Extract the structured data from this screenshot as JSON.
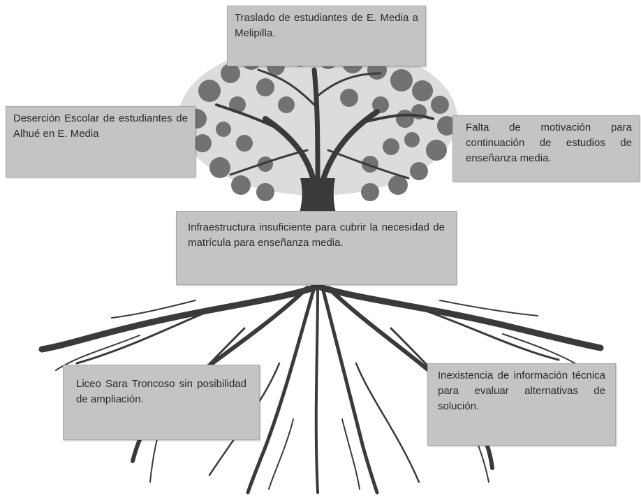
{
  "problem_tree": {
    "effects": {
      "top": "Traslado de estudiantes de E. Media a Melipilla.",
      "left": "Deserción Escolar de estudiantes de Alhué en E. Media",
      "right": "Falta de motivación para continuación de estudios de enseñanza media."
    },
    "central_problem": "Infraestructura insuficiente para cubrir la necesidad de matrícula para enseñanza media.",
    "causes": {
      "left": "Liceo Sara Troncoso sin posibilidad de ampliación.",
      "right": "Inexistencia de información técnica para evaluar alternativas de solución."
    }
  },
  "colors": {
    "box_fill": "#c4c4c4",
    "tree": "#3a3a3a"
  }
}
